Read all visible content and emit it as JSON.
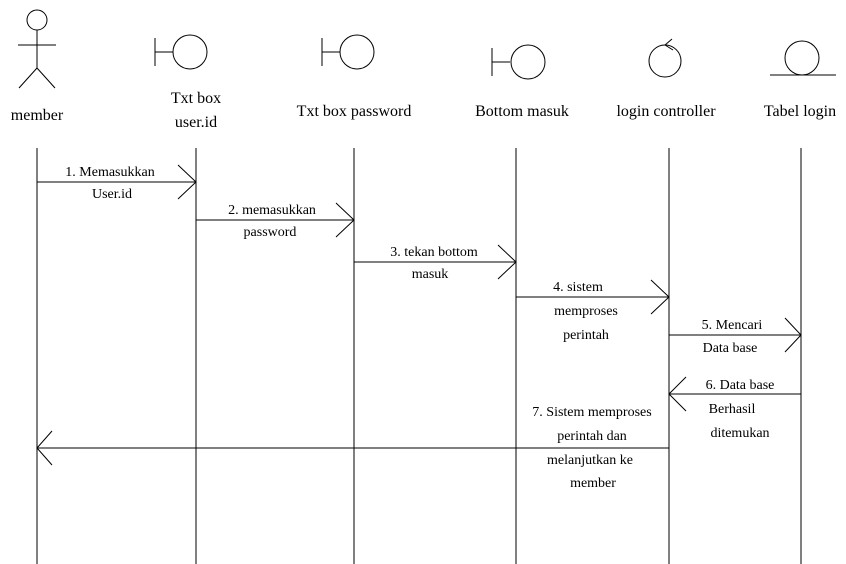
{
  "participants": [
    {
      "id": "member",
      "type": "actor",
      "label_lines": [
        "member"
      ]
    },
    {
      "id": "txt-box-userid",
      "type": "boundary",
      "label_lines": [
        "Txt box",
        "user.id"
      ]
    },
    {
      "id": "txt-box-password",
      "type": "boundary",
      "label_lines": [
        "Txt box password"
      ]
    },
    {
      "id": "bottom-masuk",
      "type": "boundary",
      "label_lines": [
        "Bottom masuk"
      ]
    },
    {
      "id": "login-controller",
      "type": "control",
      "label_lines": [
        "login controller"
      ]
    },
    {
      "id": "tabel-login",
      "type": "entity",
      "label_lines": [
        "Tabel login"
      ]
    }
  ],
  "messages": [
    {
      "from": "member",
      "to": "txt-box-userid",
      "lines": [
        "1. Memasukkan",
        "User.id"
      ]
    },
    {
      "from": "txt-box-userid",
      "to": "txt-box-password",
      "lines": [
        "2. memasukkan",
        "password"
      ]
    },
    {
      "from": "txt-box-password",
      "to": "bottom-masuk",
      "lines": [
        "3. tekan bottom",
        "masuk"
      ]
    },
    {
      "from": "bottom-masuk",
      "to": "login-controller",
      "lines": [
        "4. sistem",
        "memproses",
        "perintah"
      ]
    },
    {
      "from": "login-controller",
      "to": "tabel-login",
      "lines": [
        "5. Mencari",
        "Data base"
      ]
    },
    {
      "from": "tabel-login",
      "to": "login-controller",
      "lines": [
        "6. Data base",
        "Berhasil",
        "ditemukan"
      ]
    },
    {
      "from": "login-controller",
      "to": "member",
      "lines": [
        "7. Sistem memproses",
        "perintah dan",
        "melanjutkan  ke",
        "member"
      ]
    }
  ]
}
